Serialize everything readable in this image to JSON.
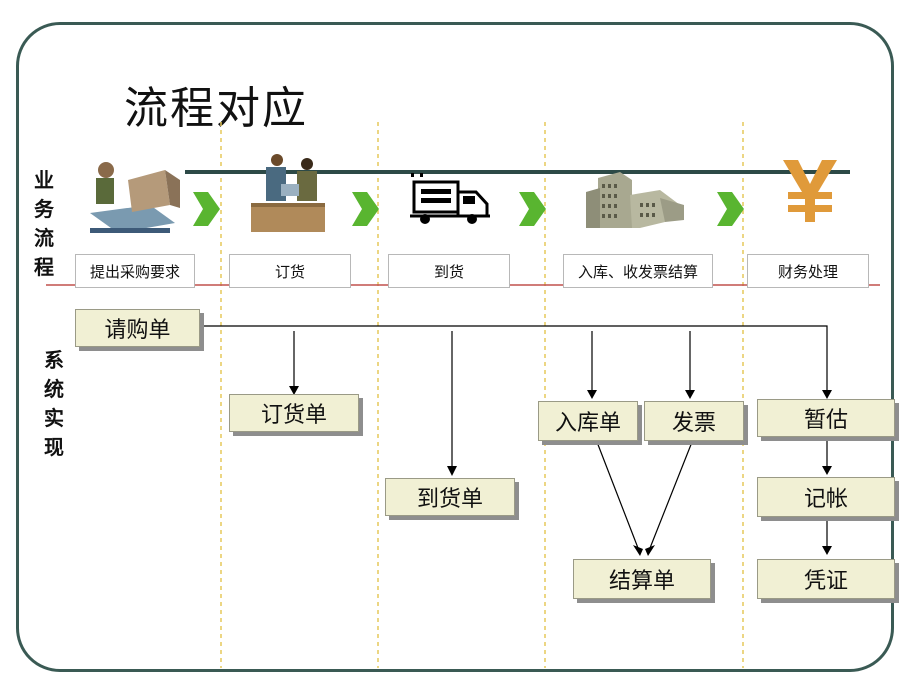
{
  "title": "流程对应",
  "row_labels": {
    "business": [
      "业",
      "务",
      "流",
      "程"
    ],
    "system": [
      "系",
      "统",
      "实",
      "现"
    ]
  },
  "stages": [
    "提出采购要求",
    "订货",
    "到货",
    "入库、收发票结算",
    "财务处理"
  ],
  "icons": [
    "purchase-request-icon",
    "order-people-icon",
    "delivery-truck-icon",
    "warehouse-icon",
    "yen-icon"
  ],
  "docs": {
    "request": "请购单",
    "order": "订货单",
    "arrival": "到货单",
    "receipt": "入库单",
    "invoice": "发票",
    "estimate": "暂估",
    "posting": "记帐",
    "settlement": "结算单",
    "voucher": "凭证"
  },
  "colors": {
    "frame": "#3a5a54",
    "arrow_green": "#59b530",
    "divider_red": "#c0504d",
    "dashed": "#e6c85a",
    "box_fill": "#f1f0d4"
  }
}
